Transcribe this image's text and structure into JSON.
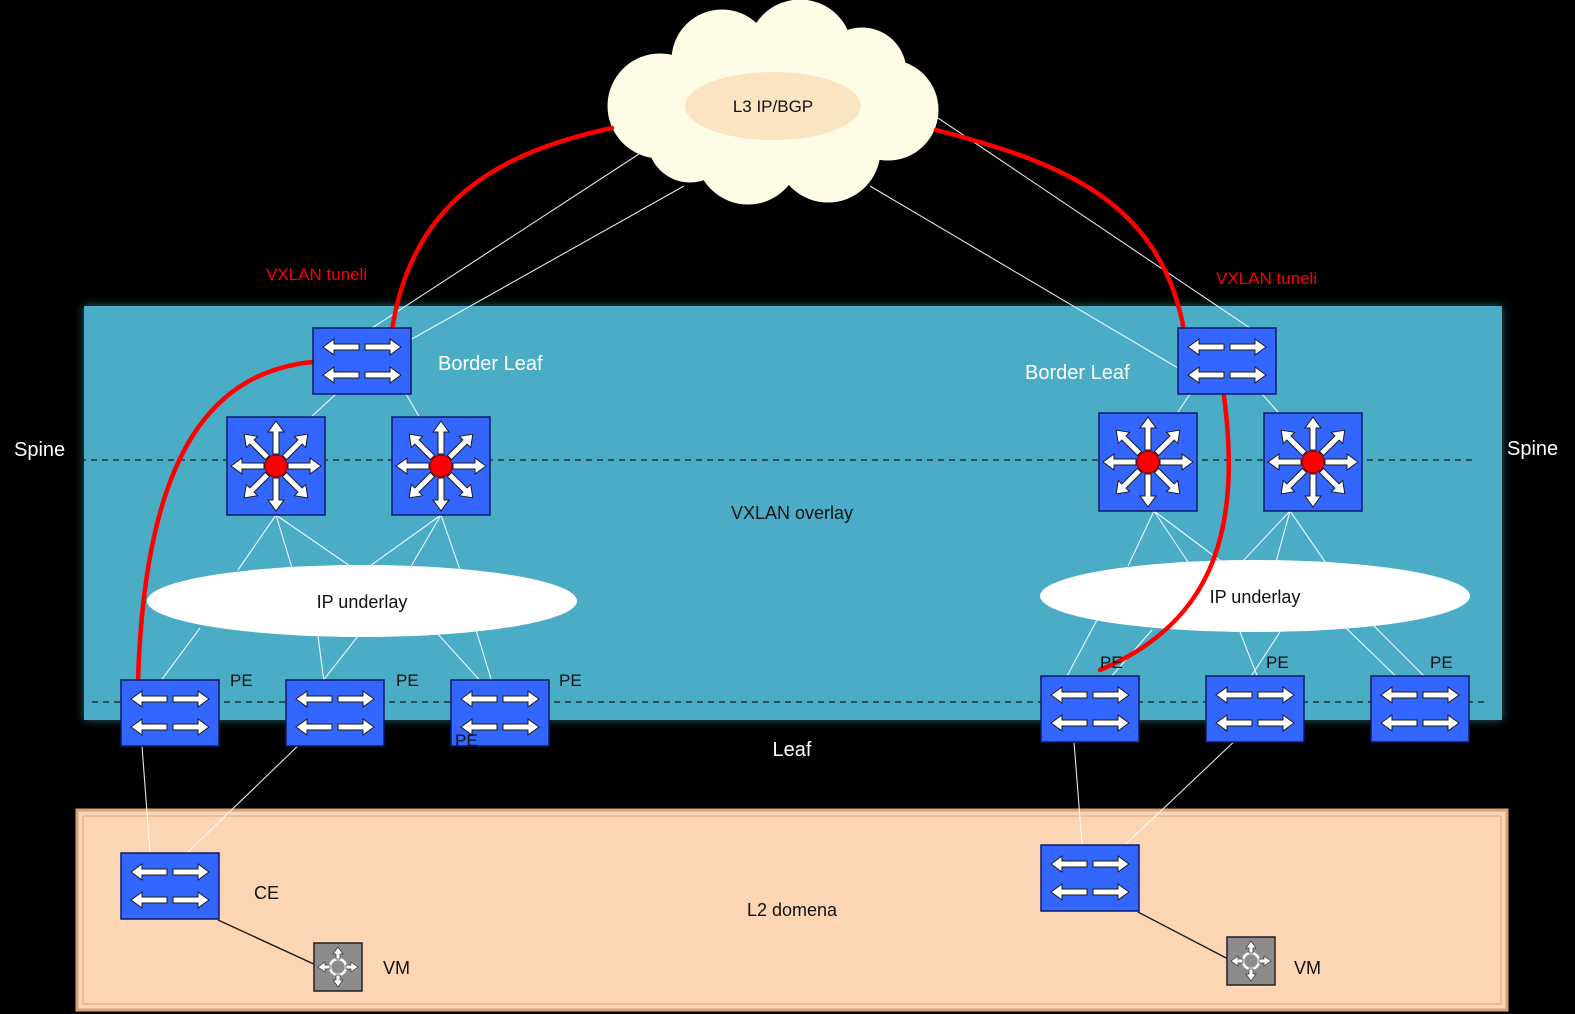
{
  "cloud": {
    "label": "L3 IP/BGP"
  },
  "overlay": {
    "label": "VXLAN overlay"
  },
  "l2": {
    "label": "L2 domena"
  },
  "layers": {
    "spine_left": "Spine",
    "spine_right": "Spine",
    "leaf": "Leaf"
  },
  "tunnels": {
    "left": "VXLAN tuneli",
    "right": "VXLAN tuneli"
  },
  "border_leaf": {
    "left": "Border Leaf",
    "right": "Border Leaf"
  },
  "underlay": {
    "left": "IP underlay",
    "right": "IP underlay"
  },
  "pe_labels": [
    "PE",
    "PE",
    "PE",
    "PE",
    "PE",
    "PE",
    "PE"
  ],
  "ce": {
    "label": "CE"
  },
  "vm": {
    "left": "VM",
    "right": "VM"
  },
  "icons": {
    "switch": "switch-icon",
    "spine_router": "multilayer-switch-icon",
    "vm": "virtual-machine-icon",
    "cloud": "cloud-icon"
  },
  "colors": {
    "background": "#000000",
    "overlay_region": "#4bacc6",
    "l2_region": "#fcd5b4",
    "switch_fill": "#3366ff",
    "tunnel": "#ff0000",
    "cloud": "#fffce6"
  }
}
